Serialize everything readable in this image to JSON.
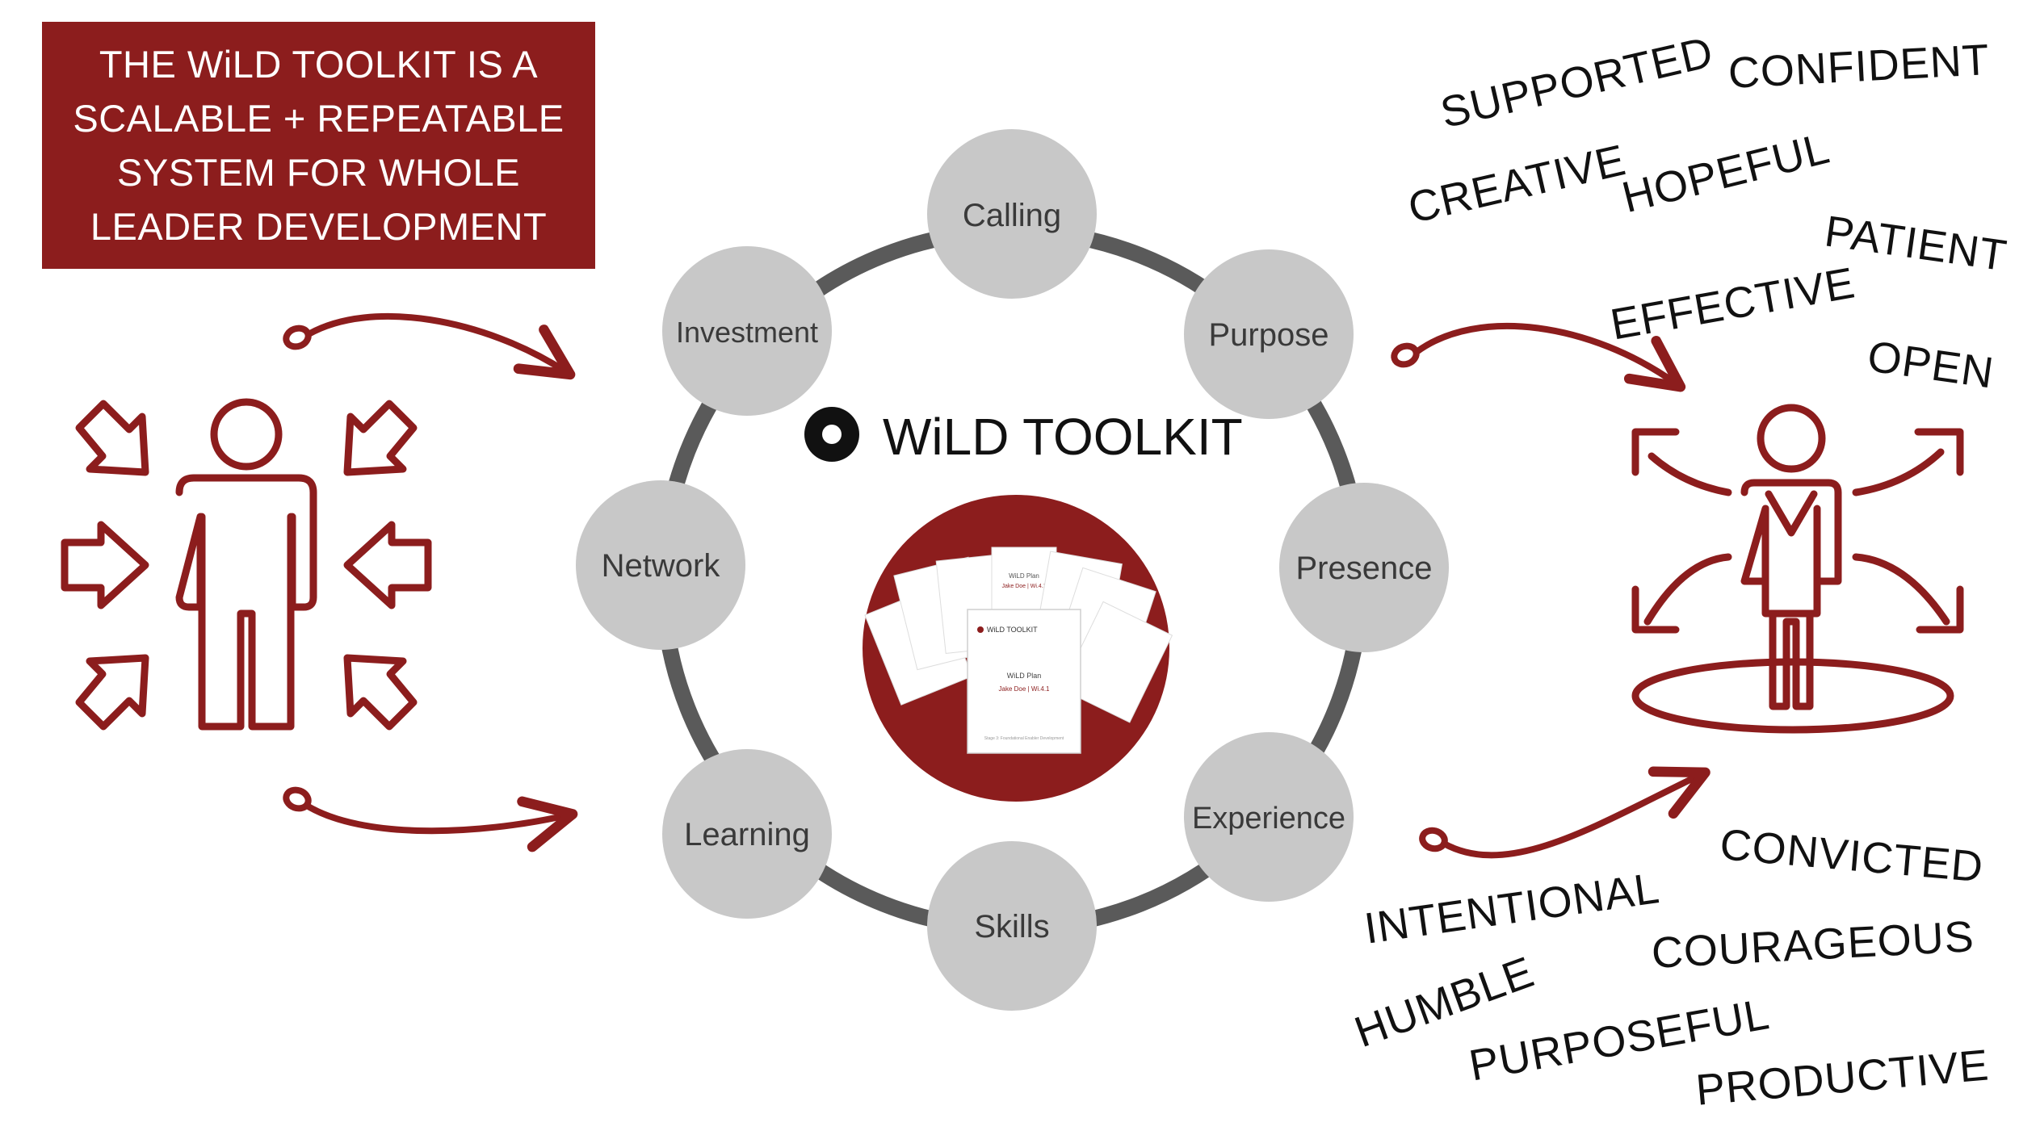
{
  "banner": {
    "lines": [
      "THE WiLD TOOLKIT IS A",
      "SCALABLE + REPEATABLE",
      "SYSTEM FOR WHOLE",
      "LEADER DEVELOPMENT"
    ]
  },
  "toolkit": {
    "title": "WiLD TOOLKIT",
    "doc_header": "WiLD TOOLKIT",
    "doc_title": "WiLD Plan",
    "doc_subtitle": "Jake Doe  |  Wi.4.1",
    "doc_footer": "Stage 3: Foundational Enabler Development",
    "mini_title": "WiLD Plan",
    "mini_subtitle": "Jake Doe  |  Wi.4.1"
  },
  "nodes": [
    {
      "key": "calling",
      "label": "Calling"
    },
    {
      "key": "purpose",
      "label": "Purpose"
    },
    {
      "key": "presence",
      "label": "Presence"
    },
    {
      "key": "experience",
      "label": "Experience"
    },
    {
      "key": "skills",
      "label": "Skills"
    },
    {
      "key": "learning",
      "label": "Learning"
    },
    {
      "key": "network",
      "label": "Network"
    },
    {
      "key": "investment",
      "label": "Investment"
    }
  ],
  "words_top": [
    "SUPPORTED",
    "CONFIDENT",
    "CREATIVE",
    "HOPEFUL",
    "PATIENT",
    "EFFECTIVE",
    "OPEN"
  ],
  "words_bottom": [
    "CONVICTED",
    "INTENTIONAL",
    "COURAGEOUS",
    "HUMBLE",
    "PURPOSEFUL",
    "PRODUCTIVE"
  ],
  "colors": {
    "brand_red": "#8c1d1d",
    "node_gray": "#c8c8c8",
    "ring_gray": "#5a5a5a"
  },
  "icons": {
    "left": "person-with-inward-arrows-icon",
    "right": "person-with-outward-arrows-icon",
    "logo": "ring-logo-icon"
  }
}
